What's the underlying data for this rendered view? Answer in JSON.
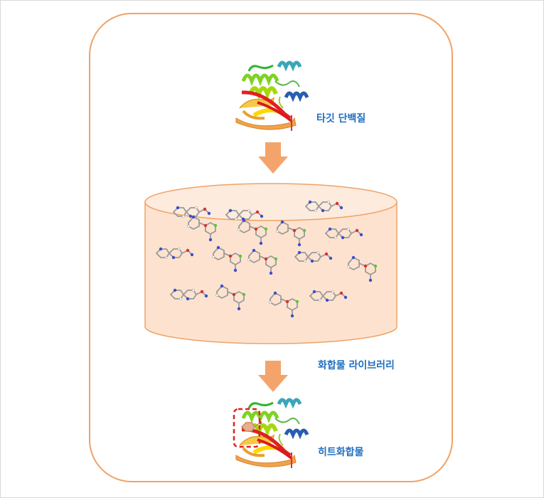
{
  "labels": {
    "target_protein": "타깃 단백질",
    "compound_library": "화합물 라이브러리",
    "hit_compound": "히트화합물"
  },
  "colors": {
    "panel_border": "#f0a266",
    "arrow": "#f4a46b",
    "cylinder_fill": "#fde3cf",
    "cylinder_stroke": "#f0a266",
    "label_text": "#1f6fc0",
    "hit_box": "#e02020"
  },
  "icons": {
    "protein": "protein-ribbon-icon",
    "molecule": "molecule-icon"
  }
}
